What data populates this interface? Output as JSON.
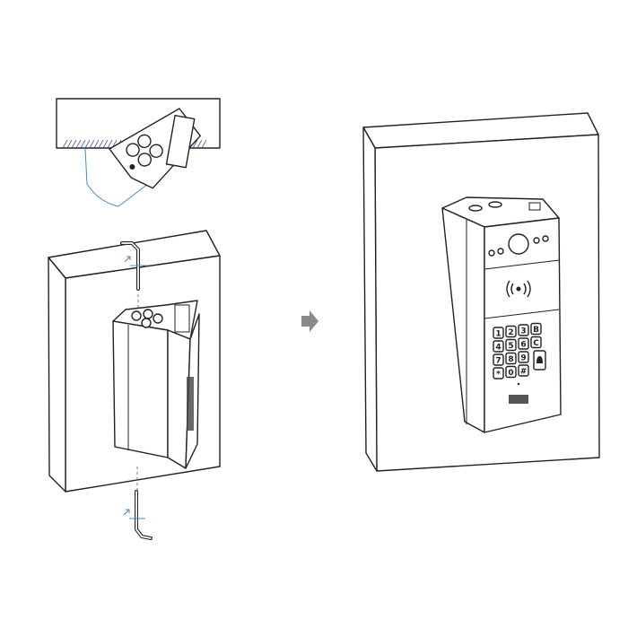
{
  "figure": {
    "left_step": {
      "description_icons": [
        "ceiling-top-view",
        "wall-block",
        "hex-key-top",
        "hex-key-bottom",
        "angled-mount-device"
      ]
    },
    "arrow_icon": "right-arrow-icon",
    "right_step": {
      "keypad_keys": [
        "1",
        "2",
        "3",
        "B",
        "4",
        "5",
        "6",
        "C",
        "7",
        "8",
        "9",
        "*",
        "0",
        "#"
      ],
      "bell_icon": "bell-icon",
      "rfid_icon": "rfid-icon"
    },
    "colors": {
      "line": "#222222",
      "accent": "#3b8fc4",
      "arrow": "#8a8a8a",
      "mark": "#3a3a9a"
    }
  }
}
